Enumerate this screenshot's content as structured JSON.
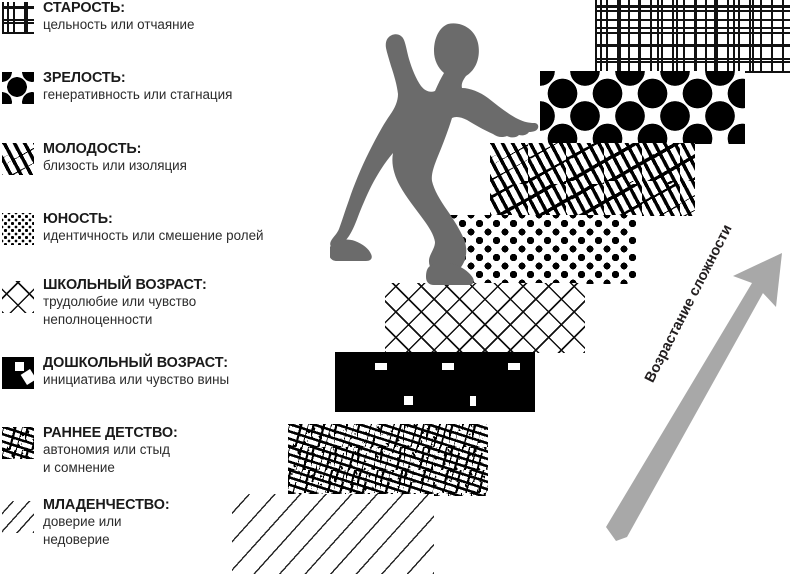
{
  "figure_title": "Возрастание сложности",
  "colors": {
    "ink": "#231f20",
    "figure_gray": "#6b6b6b",
    "arrow_gray": "#a8a8a8",
    "background": "#ffffff"
  },
  "stages": [
    {
      "title": "СТАРОСТЬ:",
      "subtitle": "цельность или отчаяние",
      "icon": "mesh-pattern-swatch"
    },
    {
      "title": "ЗРЕЛОСТЬ:",
      "subtitle": "генеративность или стагнация",
      "icon": "big-dots-pattern-swatch"
    },
    {
      "title": "МОЛОДОСТЬ:",
      "subtitle": "близость или изоляция",
      "icon": "dashes-pattern-swatch"
    },
    {
      "title": "ЮНОСТЬ:",
      "subtitle": "идентичность или смешение ролей",
      "icon": "dots-pattern-swatch"
    },
    {
      "title": "ШКОЛЬНЫЙ ВОЗРАСТ:",
      "subtitle": "трудолюбие или чувство\nнеполноценности",
      "subtitle_line1": "трудолюбие или чувство",
      "subtitle_line2": "неполноценности",
      "icon": "lattice-pattern-swatch"
    },
    {
      "title": "ДОШКОЛЬНЫЙ ВОЗРАСТ:",
      "subtitle": "инициатива или чувство вины",
      "icon": "solid-black-pattern-swatch"
    },
    {
      "title": "РАННЕЕ ДЕТСТВО:",
      "subtitle_line1": "автономия или стыд",
      "subtitle_line2": "и сомнение",
      "icon": "scribble-pattern-swatch"
    },
    {
      "title": "МЛАДЕНЧЕСТВО:",
      "subtitle_line1": "доверие  или",
      "subtitle_line2": "недоверие",
      "icon": "hatch-pattern-swatch"
    }
  ],
  "staircase": [
    {
      "step": 8,
      "pattern": "mesh",
      "stage": "СТАРОСТЬ"
    },
    {
      "step": 7,
      "pattern": "bigdots",
      "stage": "ЗРЕЛОСТЬ"
    },
    {
      "step": 6,
      "pattern": "dashes",
      "stage": "МОЛОДОСТЬ"
    },
    {
      "step": 5,
      "pattern": "dots",
      "stage": "ЮНОСТЬ"
    },
    {
      "step": 4,
      "pattern": "lattice",
      "stage": "ШКОЛЬНЫЙ ВОЗРАСТ"
    },
    {
      "step": 3,
      "pattern": "solid",
      "stage": "ДОШКОЛЬНЫЙ ВОЗРАСТ"
    },
    {
      "step": 2,
      "pattern": "scribble",
      "stage": "РАННЕЕ ДЕТСТВО"
    },
    {
      "step": 1,
      "pattern": "hatch",
      "stage": "МЛАДЕНЧЕСТВО"
    }
  ],
  "icons": {
    "climber": "walking-person-silhouette",
    "arrow": "up-right-arrow"
  }
}
